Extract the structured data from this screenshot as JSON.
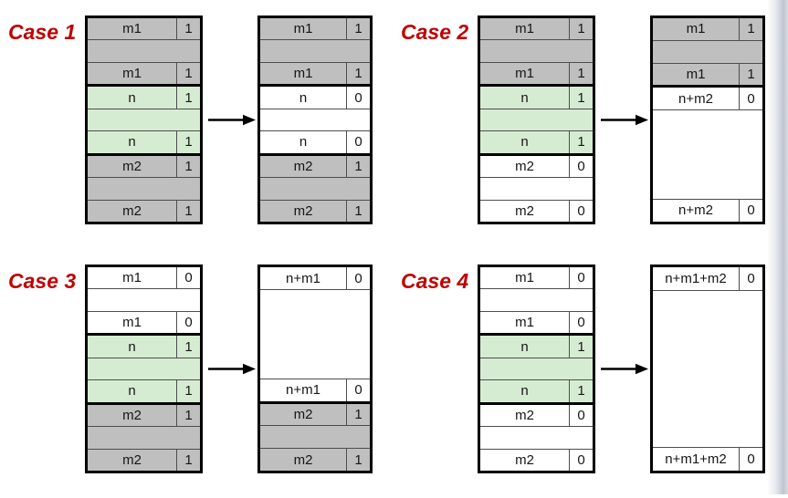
{
  "palette": {
    "block_gray": "#bfbfbf",
    "block_green": "#d6ecd2",
    "block_white": "#ffffff",
    "case_label_color": "#c00000",
    "thick_border_color": "#000000",
    "thin_line_color": "#4d4d4d"
  },
  "arrow_icon": "right-arrow",
  "cases": [
    {
      "name": "Case 1",
      "before": [
        {
          "label": "m1",
          "flag": "1",
          "fill": "gray",
          "payload_rows": 1
        },
        {
          "label": "n",
          "flag": "1",
          "fill": "green",
          "payload_rows": 1
        },
        {
          "label": "m2",
          "flag": "1",
          "fill": "gray",
          "payload_rows": 1
        }
      ],
      "after": [
        {
          "label": "m1",
          "flag": "1",
          "fill": "gray",
          "payload_rows": 1
        },
        {
          "label": "n",
          "flag": "0",
          "fill": "white",
          "payload_rows": 1
        },
        {
          "label": "m2",
          "flag": "1",
          "fill": "gray",
          "payload_rows": 1
        }
      ]
    },
    {
      "name": "Case 2",
      "before": [
        {
          "label": "m1",
          "flag": "1",
          "fill": "gray",
          "payload_rows": 1
        },
        {
          "label": "n",
          "flag": "1",
          "fill": "green",
          "payload_rows": 1
        },
        {
          "label": "m2",
          "flag": "0",
          "fill": "white",
          "payload_rows": 1
        }
      ],
      "after": [
        {
          "label": "m1",
          "flag": "1",
          "fill": "gray",
          "payload_rows": 1
        },
        {
          "label": "n+m2",
          "flag": "0",
          "fill": "white",
          "payload_rows": 4
        }
      ]
    },
    {
      "name": "Case 3",
      "before": [
        {
          "label": "m1",
          "flag": "0",
          "fill": "white",
          "payload_rows": 1
        },
        {
          "label": "n",
          "flag": "1",
          "fill": "green",
          "payload_rows": 1
        },
        {
          "label": "m2",
          "flag": "1",
          "fill": "gray",
          "payload_rows": 1
        }
      ],
      "after": [
        {
          "label": "n+m1",
          "flag": "0",
          "fill": "white",
          "payload_rows": 4
        },
        {
          "label": "m2",
          "flag": "1",
          "fill": "gray",
          "payload_rows": 1
        }
      ]
    },
    {
      "name": "Case 4",
      "before": [
        {
          "label": "m1",
          "flag": "0",
          "fill": "white",
          "payload_rows": 1
        },
        {
          "label": "n",
          "flag": "1",
          "fill": "green",
          "payload_rows": 1
        },
        {
          "label": "m2",
          "flag": "0",
          "fill": "white",
          "payload_rows": 1
        }
      ],
      "after": [
        {
          "label": "n+m1+m2",
          "flag": "0",
          "fill": "white",
          "payload_rows": 7
        }
      ]
    }
  ]
}
